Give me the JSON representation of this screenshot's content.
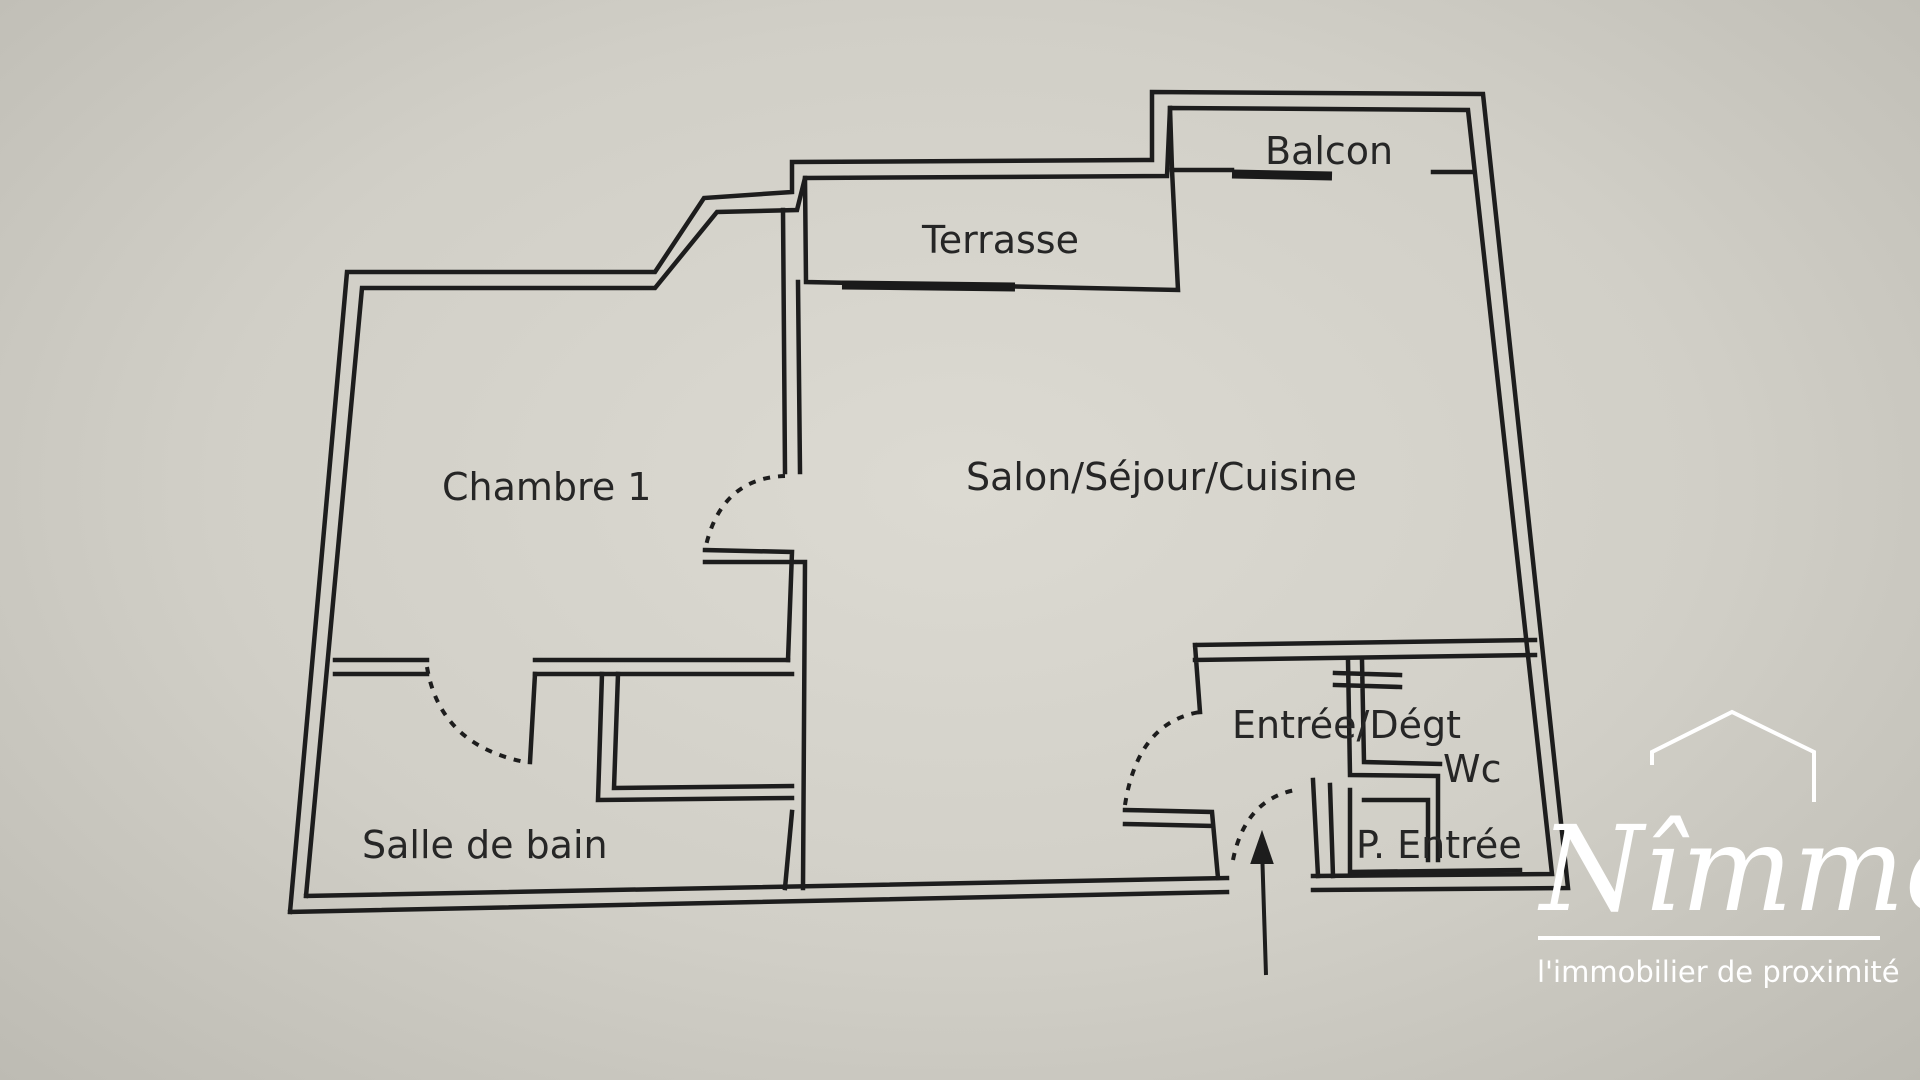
{
  "rooms": {
    "balcon": "Balcon",
    "terrasse": "Terrasse",
    "chambre": "Chambre 1",
    "salon": "Salon/Séjour/Cuisine",
    "entree": "Entrée/Dégt",
    "wc": "Wc",
    "p_entree": "P. Entrée",
    "salle_de_bain": "Salle de bain"
  },
  "logo": {
    "wordmark": "Nîmmo",
    "tagline": "l'immobilier de proximité",
    "color": "#ffffff"
  },
  "colors": {
    "paper": "#d2d0c8",
    "ink": "#1d1d1d"
  }
}
